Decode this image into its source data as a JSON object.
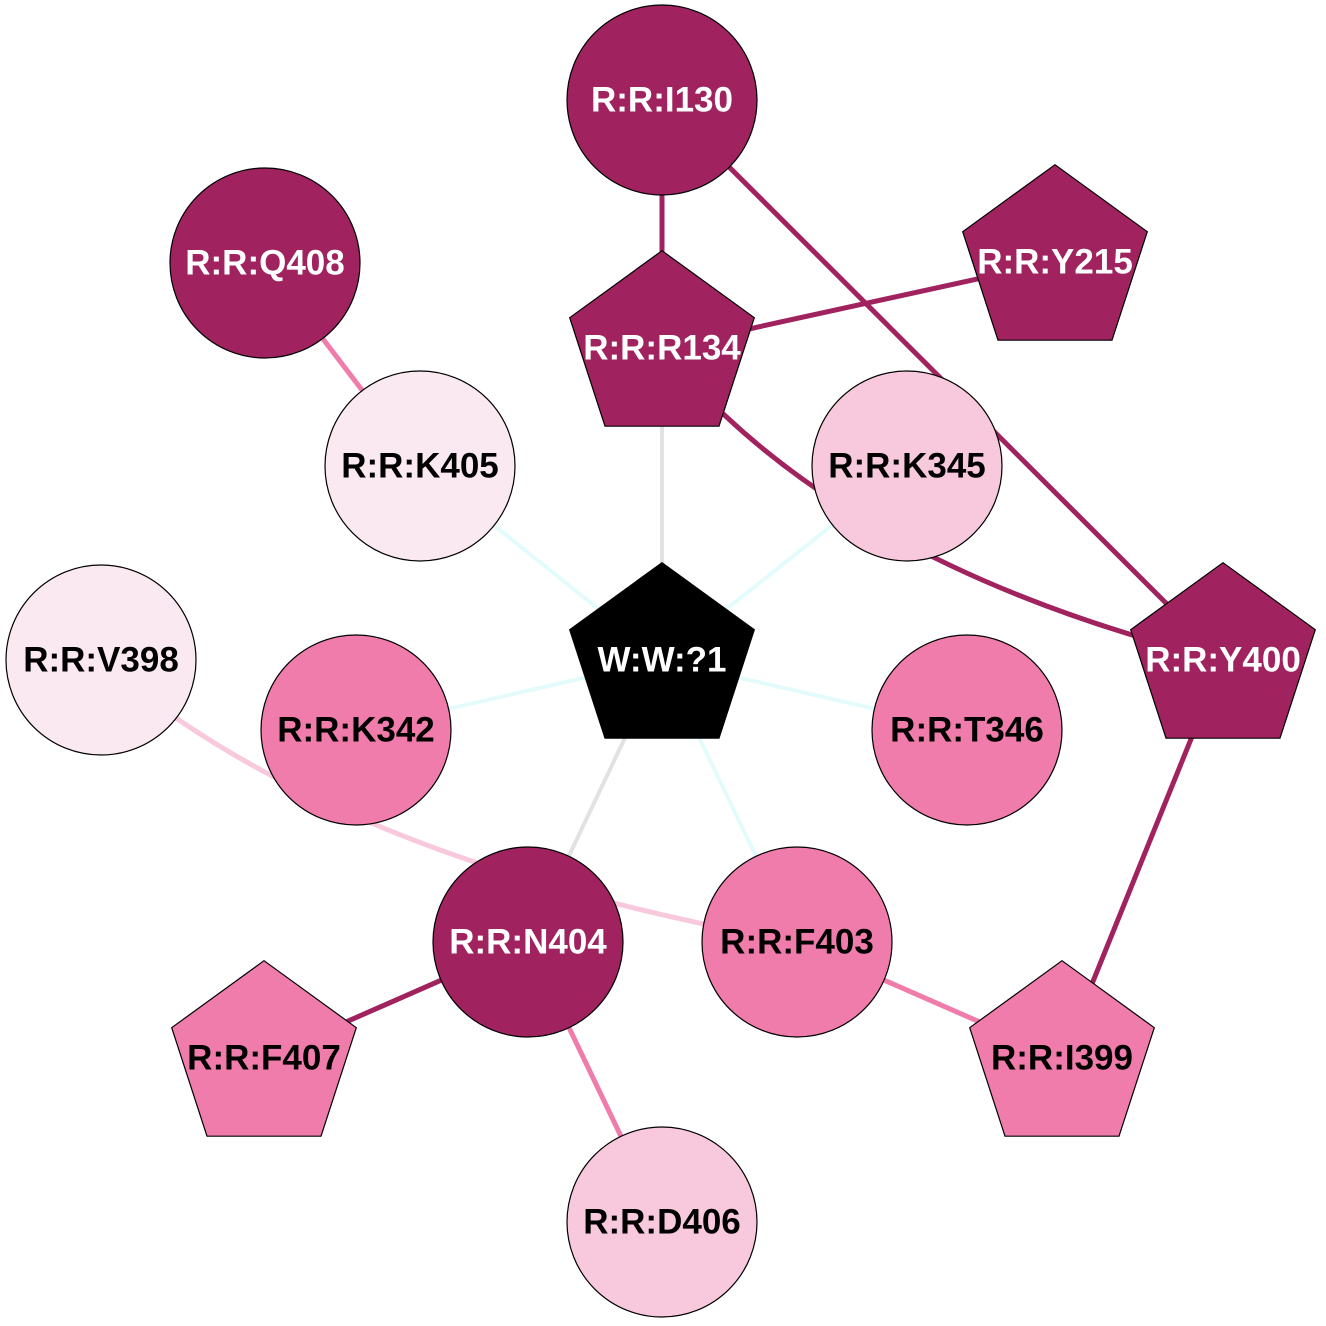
{
  "colors": {
    "dark": "#a0235f",
    "medium": "#f07cab",
    "light": "#f8c8dc",
    "pale": "#fbe9f1",
    "black": "#000000",
    "edge_gray": "#e2e2e2",
    "edge_cyan": "#e3fbfb"
  },
  "nodes": [
    {
      "id": "I130",
      "label": "R:R:I130",
      "shape": "circle",
      "fill": "dark",
      "text_color": "#ffffff"
    },
    {
      "id": "Q408",
      "label": "R:R:Q408",
      "shape": "circle",
      "fill": "dark",
      "text_color": "#ffffff"
    },
    {
      "id": "Y215",
      "label": "R:R:Y215",
      "shape": "pentagon",
      "fill": "dark",
      "text_color": "#ffffff"
    },
    {
      "id": "R134",
      "label": "R:R:R134",
      "shape": "pentagon",
      "fill": "dark",
      "text_color": "#ffffff"
    },
    {
      "id": "K405",
      "label": "R:R:K405",
      "shape": "circle",
      "fill": "pale",
      "text_color": "#000000"
    },
    {
      "id": "K345",
      "label": "R:R:K345",
      "shape": "circle",
      "fill": "light",
      "text_color": "#000000"
    },
    {
      "id": "Y400",
      "label": "R:R:Y400",
      "shape": "pentagon",
      "fill": "dark",
      "text_color": "#ffffff"
    },
    {
      "id": "V398",
      "label": "R:R:V398",
      "shape": "circle",
      "fill": "pale",
      "text_color": "#000000"
    },
    {
      "id": "W1",
      "label": "W:W:?1",
      "shape": "pentagon",
      "fill": "black",
      "text_color": "#ffffff"
    },
    {
      "id": "K342",
      "label": "R:R:K342",
      "shape": "circle",
      "fill": "medium",
      "text_color": "#000000"
    },
    {
      "id": "T346",
      "label": "R:R:T346",
      "shape": "circle",
      "fill": "medium",
      "text_color": "#000000"
    },
    {
      "id": "N404",
      "label": "R:R:N404",
      "shape": "circle",
      "fill": "dark",
      "text_color": "#ffffff"
    },
    {
      "id": "F403",
      "label": "R:R:F403",
      "shape": "circle",
      "fill": "medium",
      "text_color": "#000000"
    },
    {
      "id": "F407",
      "label": "R:R:F407",
      "shape": "pentagon",
      "fill": "medium",
      "text_color": "#000000"
    },
    {
      "id": "I399",
      "label": "R:R:I399",
      "shape": "pentagon",
      "fill": "medium",
      "text_color": "#000000"
    },
    {
      "id": "D406",
      "label": "R:R:D406",
      "shape": "circle",
      "fill": "light",
      "text_color": "#000000"
    }
  ],
  "edges": [
    {
      "source": "I130",
      "target": "R134",
      "color": "dark"
    },
    {
      "source": "I130",
      "target": "Y400",
      "color": "dark"
    },
    {
      "source": "R134",
      "target": "Y215",
      "color": "dark"
    },
    {
      "source": "R134",
      "target": "Y400",
      "color": "dark"
    },
    {
      "source": "R134",
      "target": "W1",
      "color": "edge_gray"
    },
    {
      "source": "Q408",
      "target": "K405",
      "color": "medium"
    },
    {
      "source": "K405",
      "target": "W1",
      "color": "edge_cyan"
    },
    {
      "source": "K345",
      "target": "W1",
      "color": "edge_cyan"
    },
    {
      "source": "K342",
      "target": "W1",
      "color": "edge_cyan"
    },
    {
      "source": "T346",
      "target": "W1",
      "color": "edge_cyan"
    },
    {
      "source": "F403",
      "target": "W1",
      "color": "edge_cyan"
    },
    {
      "source": "N404",
      "target": "W1",
      "color": "edge_gray"
    },
    {
      "source": "V398",
      "target": "F403",
      "color": "light"
    },
    {
      "source": "Y400",
      "target": "I399",
      "color": "dark"
    },
    {
      "source": "F403",
      "target": "I399",
      "color": "medium"
    },
    {
      "source": "N404",
      "target": "F407",
      "color": "dark"
    },
    {
      "source": "N404",
      "target": "D406",
      "color": "medium"
    }
  ]
}
